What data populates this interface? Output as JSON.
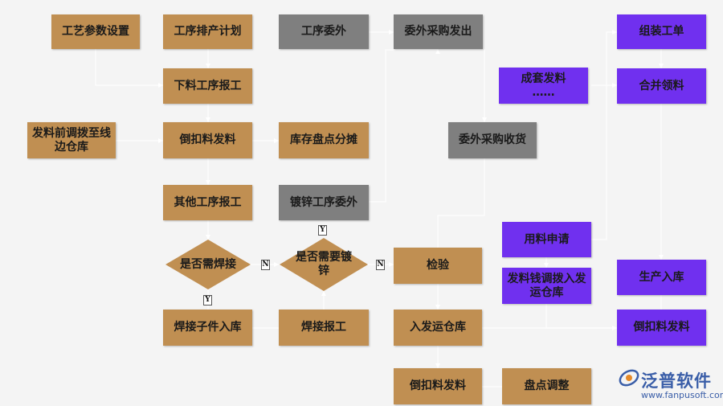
{
  "colors": {
    "brown": "#c08f52",
    "gray": "#7f7f7f",
    "purple": "#7030ef",
    "line": "#ffffff",
    "background": "#f4f4f4"
  },
  "nodes": {
    "process_params": "工艺参数设置",
    "process_schedule": "工序排产计划",
    "process_outsource": "工序委外",
    "outsource_purchase_issue": "委外采购发出",
    "assembly_order": "组装工单",
    "material_report": "下料工序报工",
    "kit_issue": "成套发料\n……",
    "merge_picking": "合并领料",
    "pre_issue_transfer": "发料前调拨至线\n边仓库",
    "backflush_issue_1": "倒扣料发料",
    "inventory_allocation": "库存盘点分摊",
    "outsource_purchase_receive": "委外采购收货",
    "other_process_report": "其他工序报工",
    "galvanize_outsource": "镀锌工序委外",
    "material_request": "用料申请",
    "need_welding": "是否需焊接",
    "need_galvanize": "是否需要镀\n锌",
    "inspection": "检验",
    "production_inbound": "生产入库",
    "issue_transfer_ship": "发料钱调拨入发\n运仓库",
    "welding_part_inbound": "焊接子件入库",
    "welding_report": "焊接报工",
    "ship_warehouse_inbound": "入发运仓库",
    "backflush_issue_2": "倒扣料发料",
    "backflush_issue_3": "倒扣料发料",
    "stocktake_adjust": "盘点调整"
  },
  "decision_labels": {
    "weld_no": "N",
    "weld_yes": "Y",
    "galv_yes": "Y",
    "galv_no": "N"
  },
  "logo": {
    "brand": "泛普软件",
    "url": "www.fanpusoft.com"
  }
}
